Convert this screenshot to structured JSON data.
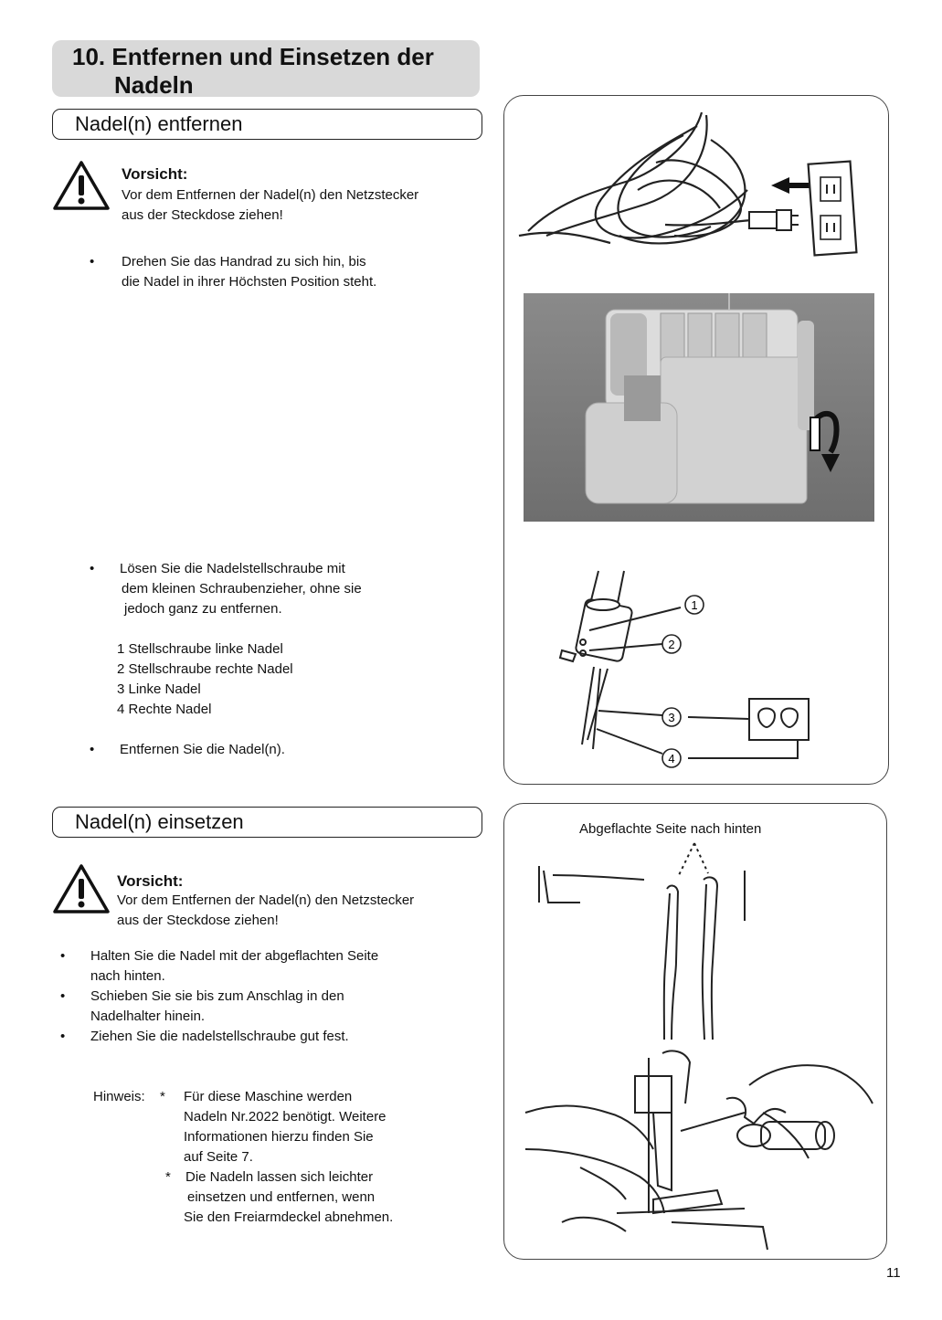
{
  "chapter": {
    "title_line1": "10. Entfernen und Einsetzen der",
    "title_line2": "Nadeln"
  },
  "remove_section": {
    "heading": "Nadel(n) entfernen",
    "warning": {
      "title": "Vorsicht:",
      "line1": "Vor dem Entfernen der Nadel(n) den Netzstecker",
      "line2": "aus der Steckdose ziehen!"
    },
    "step1": {
      "line1": "Drehen Sie das Handrad zu sich hin, bis",
      "line2": "die Nadel in ihrer Höchsten Position steht."
    },
    "step2": {
      "line1": "Lösen Sie die Nadelstellschraube mit",
      "line2": "dem kleinen Schraubenzieher, ohne sie",
      "line3": "jedoch ganz zu entfernen."
    },
    "legend": [
      "1 Stellschraube linke Nadel",
      "2 Stellschraube rechte Nadel",
      "3 Linke Nadel",
      "4 Rechte Nadel"
    ],
    "step3": "Entfernen Sie die Nadel(n)."
  },
  "insert_section": {
    "heading": "Nadel(n) einsetzen",
    "warning": {
      "title": "Vorsicht:",
      "line1": "Vor dem Entfernen der Nadel(n) den Netzstecker",
      "line2": "aus der Steckdose ziehen!"
    },
    "steps": [
      {
        "line1": "Halten Sie die Nadel mit der abgeflachten Seite",
        "line2": "nach hinten."
      },
      {
        "line1": "Schieben Sie sie bis zum Anschlag in den",
        "line2": "Nadelhalter hinein."
      },
      {
        "line1": "Ziehen Sie die nadelstellschraube gut fest.",
        "line2": ""
      }
    ],
    "note": {
      "label": "Hinweis:",
      "star": "*",
      "item1": [
        "Für diese Maschine werden",
        "Nadeln Nr.2022 benötigt. Weitere",
        "Informationen hierzu finden Sie",
        "auf Seite 7."
      ],
      "item2": [
        "Die Nadeln lassen sich leichter",
        "einsetzen und entfernen, wenn",
        "Sie den Freiarmdeckel abnehmen."
      ]
    }
  },
  "figures": {
    "callouts": [
      "1",
      "2",
      "3",
      "4"
    ],
    "flat_side_caption": "Abgeflachte Seite nach hinten"
  },
  "page_number": "11"
}
